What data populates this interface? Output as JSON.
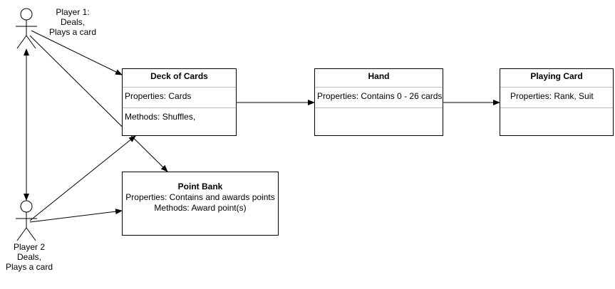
{
  "actors": {
    "player1": {
      "lines": [
        "Player 1:",
        "Deals,",
        "Plays a card"
      ]
    },
    "player2": {
      "lines": [
        "Player 2",
        "Deals,",
        "Plays a card"
      ]
    }
  },
  "classes": {
    "deck": {
      "name": "Deck of Cards",
      "properties": "Properties: Cards",
      "methods": "Methods: Shuffles,"
    },
    "hand": {
      "name": "Hand",
      "properties": "Properties: Contains 0 - 26 cards",
      "methods": ""
    },
    "playing_card": {
      "name": "Playing Card",
      "properties": "Properties: Rank, Suit",
      "methods": ""
    }
  },
  "point_bank": {
    "name": "Point Bank",
    "properties": "Properties: Contains and awards points",
    "methods": "Methods: Award point(s)"
  },
  "colors": {
    "stroke": "#000000",
    "divider": "#bbbbbb",
    "background": "#ffffff"
  }
}
